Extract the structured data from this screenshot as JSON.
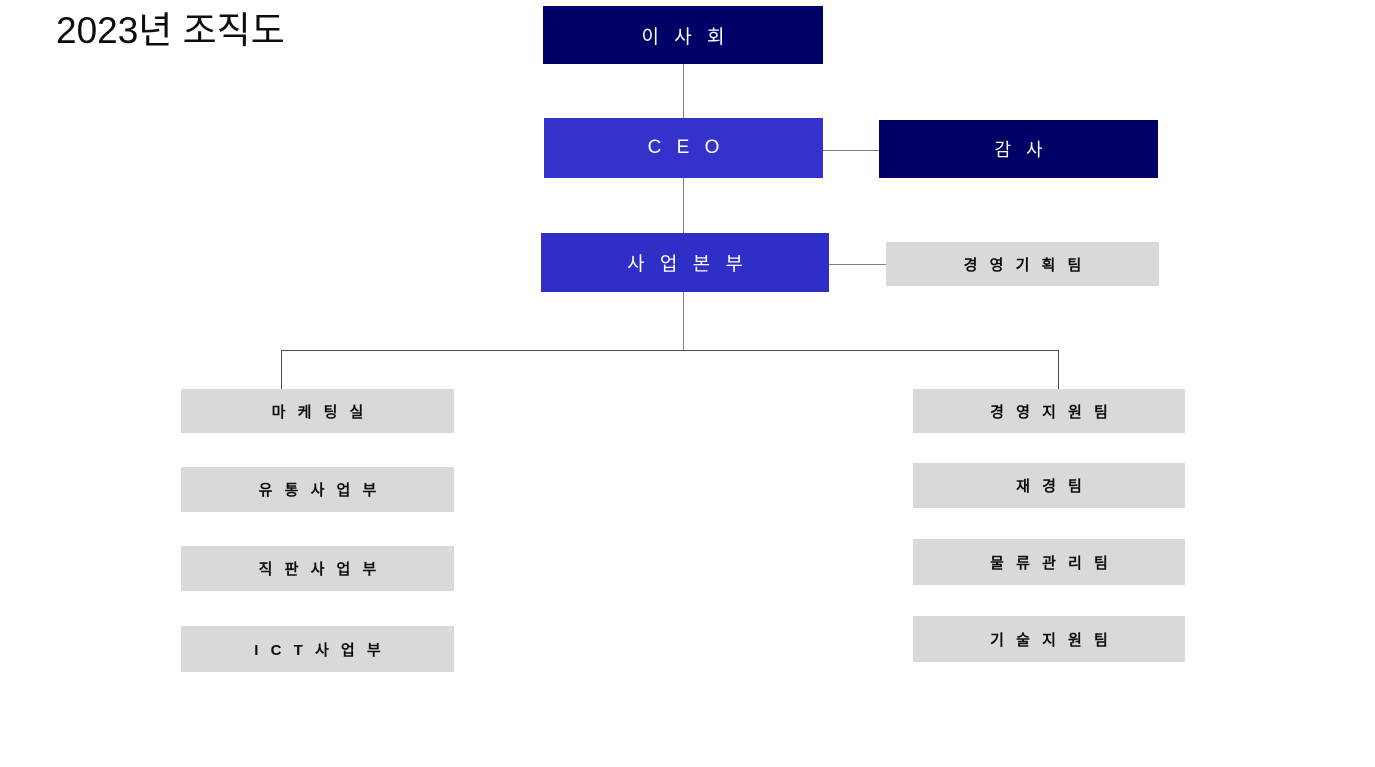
{
  "chart_title": "2023년 조직도",
  "colors": {
    "navy": "#000066",
    "blue": "#3333CC",
    "blue_alt": "#2F2FC8",
    "gray": "#D9D9D9",
    "connector": "#808080",
    "text_light": "#FFFFFF",
    "text_dark": "#0D0D0D",
    "background": "#FFFFFF"
  },
  "nodes": {
    "board": "이 사 회",
    "ceo": "C E O",
    "auditor": "감 사",
    "business_hq": "사 업 본 부",
    "planning_team": "경 영 기 획 팀",
    "left_column": [
      "마 케 팅 실",
      "유 통 사 업 부",
      "직 판 사 업 부",
      "I C T 사 업 부"
    ],
    "right_column": [
      "경 영 지 원 팀",
      "재 경 팀",
      "물 류 관 리 팀",
      "기 술 지 원 팀"
    ]
  }
}
